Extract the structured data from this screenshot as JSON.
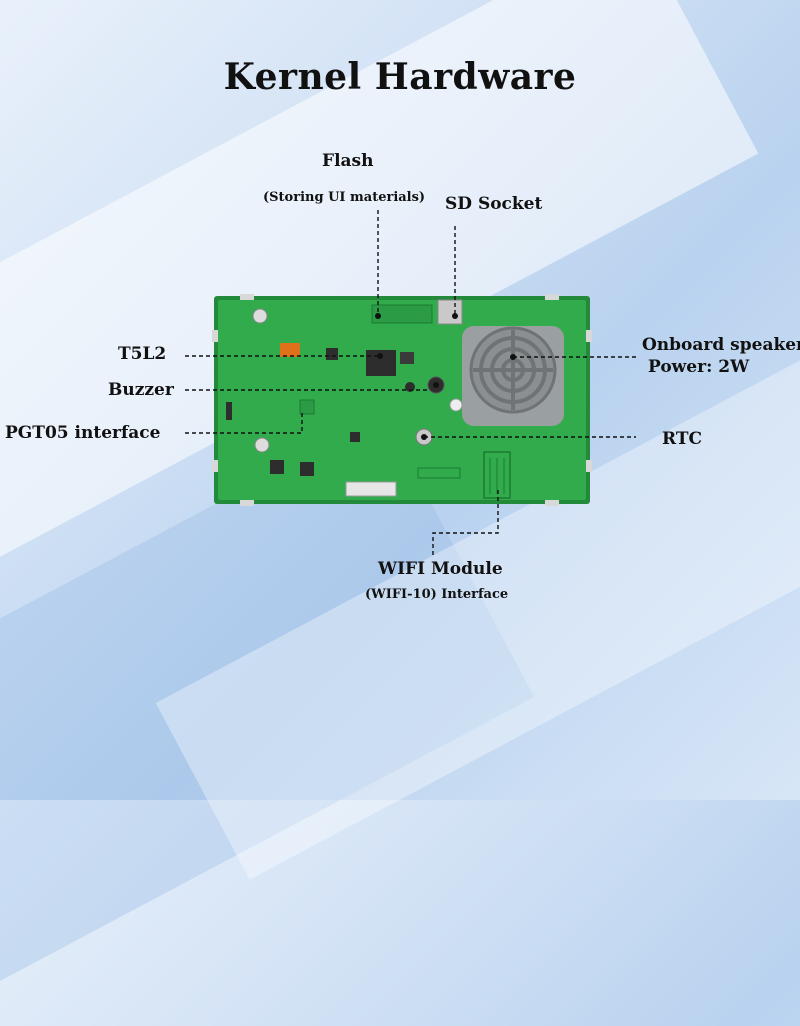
{
  "title": "Kernel Hardware",
  "labels": {
    "flash": "Flash",
    "flash_sub": "(Storing UI materials)",
    "sd_socket": "SD Socket",
    "t5l2": "T5L2",
    "buzzer": "Buzzer",
    "pgt05": "PGT05 interface",
    "speaker": "Onboard speaker",
    "speaker_power": "Power: 2W",
    "rtc": "RTC",
    "wifi": "WIFI Module",
    "wifi_sub": "(WIFI-10) Interface"
  },
  "colors": {
    "board": "#2fa84a",
    "board_edge": "#1f8a37",
    "speaker": "#8a8f92"
  }
}
